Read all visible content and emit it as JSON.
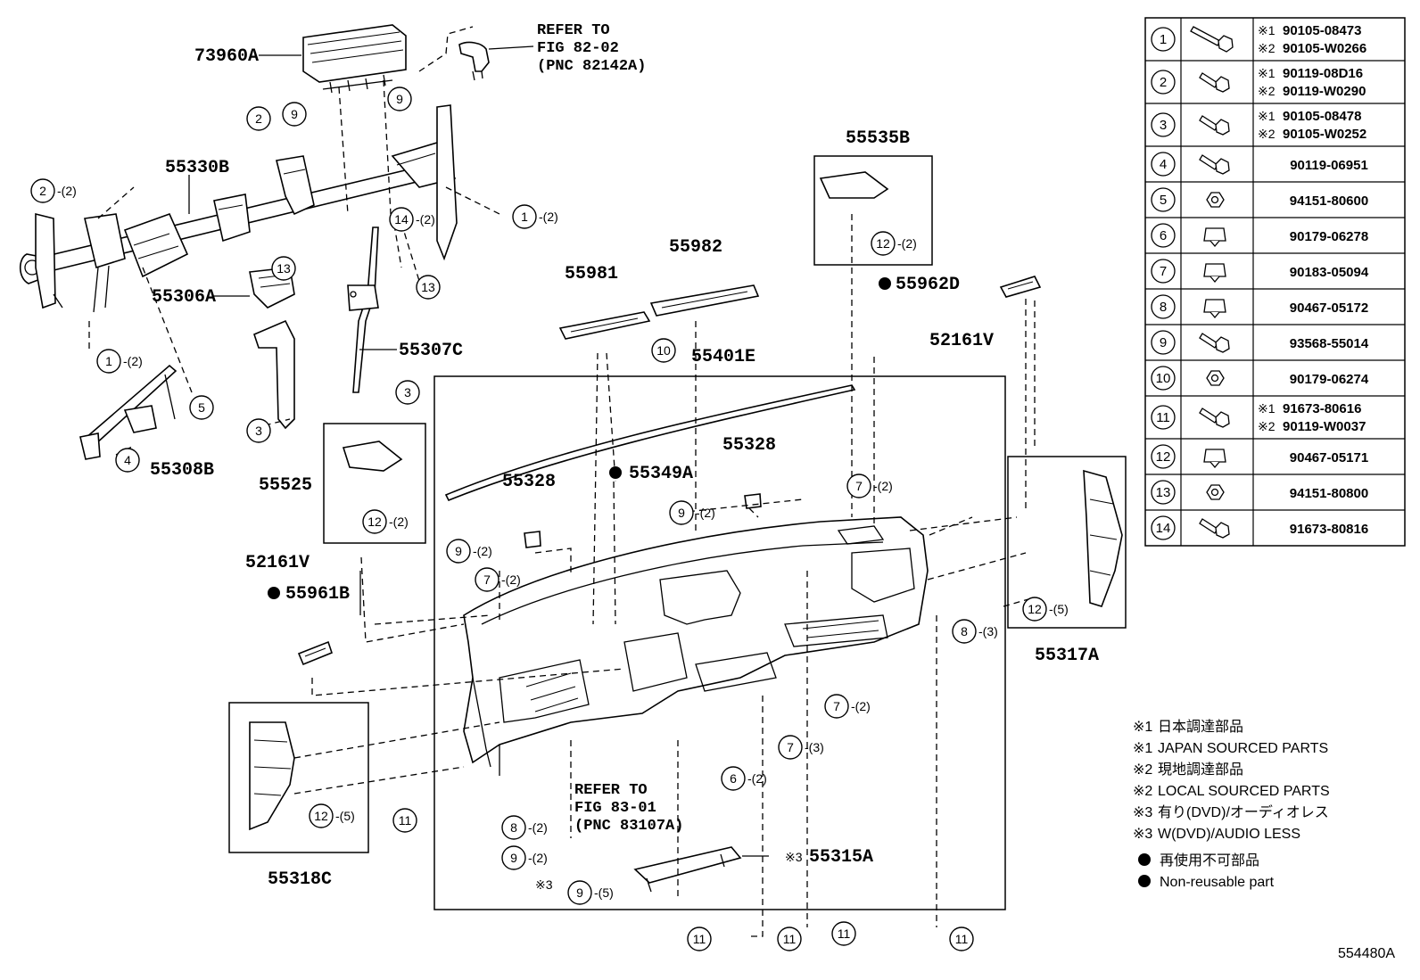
{
  "refer_top": {
    "line1": "REFER TO",
    "line2": "FIG 82-02",
    "line3": "(PNC 82142A)"
  },
  "refer_bottom": {
    "line1": "REFER TO",
    "line2": "FIG 83-01",
    "line3": "(PNC 83107A)"
  },
  "labels": {
    "p73960A": "73960A",
    "p55330B": "55330B",
    "p55306A": "55306A",
    "p55307C": "55307C",
    "p55308B": "55308B",
    "p55525": "55525",
    "p52161V_left": "52161V",
    "p55961B": "55961B",
    "p55981": "55981",
    "p55982": "55982",
    "p55401E": "55401E",
    "p55349A": "55349A",
    "p55328_left": "55328",
    "p55328_right": "55328",
    "p55535B": "55535B",
    "p55962D": "55962D",
    "p52161V_right": "52161V",
    "p55317A": "55317A",
    "p55318C": "55318C",
    "p55315A": "55315A",
    "fig_no": "554480A"
  },
  "callouts": {
    "q2": "-(2)",
    "q3": "-(3)",
    "q5": "-(5)"
  },
  "marks": {
    "m3": "※3"
  },
  "legend": [
    {
      "mark": "※1",
      "text": "日本調達部品"
    },
    {
      "mark": "※1",
      "text": "JAPAN SOURCED PARTS"
    },
    {
      "mark": "※2",
      "text": "現地調達部品"
    },
    {
      "mark": "※2",
      "text": "LOCAL SOURCED PARTS"
    },
    {
      "mark": "※3",
      "text": "有り(DVD)/オーディオレス"
    },
    {
      "mark": "※3",
      "text": "W(DVD)/AUDIO LESS"
    },
    {
      "mark": "●",
      "text": "再使用不可部品"
    },
    {
      "mark": "●",
      "text": "Non-reusable part"
    }
  ],
  "parts_table": [
    {
      "num": "1",
      "icon": "bolt-washer-icon",
      "lines": [
        {
          "mark": "※1",
          "part": "90105-08473"
        },
        {
          "mark": "※2",
          "part": "90105-W0266"
        }
      ]
    },
    {
      "num": "2",
      "icon": "bolt-flange-icon",
      "lines": [
        {
          "mark": "※1",
          "part": "90119-08D16"
        },
        {
          "mark": "※2",
          "part": "90119-W0290"
        }
      ]
    },
    {
      "num": "3",
      "icon": "bolt-short-icon",
      "lines": [
        {
          "mark": "※1",
          "part": "90105-08478"
        },
        {
          "mark": "※2",
          "part": "90105-W0252"
        }
      ]
    },
    {
      "num": "4",
      "icon": "screw-washer-icon",
      "lines": [
        {
          "mark": "",
          "part": "90119-06951"
        }
      ]
    },
    {
      "num": "5",
      "icon": "nut-icon",
      "lines": [
        {
          "mark": "",
          "part": "94151-80600"
        }
      ]
    },
    {
      "num": "6",
      "icon": "clip-nut-icon",
      "lines": [
        {
          "mark": "",
          "part": "90179-06278"
        }
      ]
    },
    {
      "num": "7",
      "icon": "clip-icon",
      "lines": [
        {
          "mark": "",
          "part": "90183-05094"
        }
      ]
    },
    {
      "num": "8",
      "icon": "push-clip-icon",
      "lines": [
        {
          "mark": "",
          "part": "90467-05172"
        }
      ]
    },
    {
      "num": "9",
      "icon": "screw-icon",
      "lines": [
        {
          "mark": "",
          "part": "93568-55014"
        }
      ]
    },
    {
      "num": "10",
      "icon": "flange-nut-icon",
      "lines": [
        {
          "mark": "",
          "part": "90179-06274"
        }
      ]
    },
    {
      "num": "11",
      "icon": "screw-icon",
      "lines": [
        {
          "mark": "※1",
          "part": "91673-80616"
        },
        {
          "mark": "※2",
          "part": "90119-W0037"
        }
      ]
    },
    {
      "num": "12",
      "icon": "push-clip-icon",
      "lines": [
        {
          "mark": "",
          "part": "90467-05171"
        }
      ]
    },
    {
      "num": "13",
      "icon": "flange-nut-icon",
      "lines": [
        {
          "mark": "",
          "part": "94151-80800"
        }
      ]
    },
    {
      "num": "14",
      "icon": "bolt-flange-icon",
      "lines": [
        {
          "mark": "",
          "part": "91673-80816"
        }
      ]
    }
  ]
}
